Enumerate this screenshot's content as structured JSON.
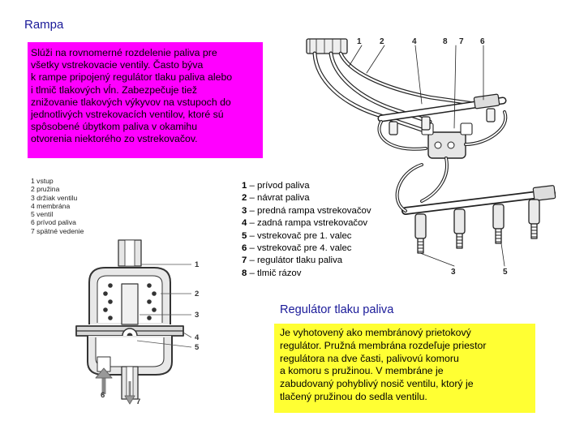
{
  "title": "Rampa",
  "rampa_text": [
    "Slúži na rovnomerné rozdelenie paliva pre",
    "všetky vstrekovacie ventily. Často býva",
    "k rampe pripojený regulátor tlaku paliva alebo",
    "i tlmič tlakových vĺn. Zabezpečuje tiež",
    "znižovanie tlakových výkyvov na vstupoch do",
    "jednotlivých vstrekovacích ventilov, ktoré sú",
    "spôsobené úbytkom paliva v okamihu",
    "otvorenia niektorého zo vstrekovačov."
  ],
  "regulator_legend": [
    "1 vstup",
    "2 pružina",
    "3 držiak ventilu",
    "4 membrána",
    "5 ventil",
    "6 prívod paliva",
    "7 spätné vedenie"
  ],
  "rail_legend": [
    {
      "num": "1",
      "text": " – prívod paliva"
    },
    {
      "num": "2",
      "text": " – návrat paliva"
    },
    {
      "num": "3",
      "text": " – predná rampa vstrekovačov"
    },
    {
      "num": "4",
      "text": " – zadná rampa vstrekovačov"
    },
    {
      "num": "5",
      "text": " – vstrekovač pre 1. valec"
    },
    {
      "num": "6",
      "text": " – vstrekovač pre 4. valec"
    },
    {
      "num": "7",
      "text": " – regulátor tlaku paliva"
    },
    {
      "num": "8",
      "text": " – tlmič rázov"
    }
  ],
  "regulator_title": "Regulátor tlaku paliva",
  "regulator_text": [
    "Je vyhotovený ako membránový prietokový",
    "regulátor. Pružná membrána rozdeľuje priestor",
    "regulátora na dve časti, palivovú komoru",
    "a komoru s pružinou. V membráne je",
    "zabudovaný pohyblivý nosič ventilu, ktorý je",
    "tlačený pružinou do sedla ventilu."
  ],
  "rail_diagram_labels": {
    "top": [
      "1",
      "2",
      "4",
      "8",
      "7",
      "6"
    ],
    "bottom_left": "3",
    "bottom_right": "5"
  },
  "regulator_diagram_labels": {
    "right": [
      "1",
      "2",
      "3",
      "4",
      "5"
    ],
    "bottom_left": "6",
    "bottom_right": "7"
  }
}
